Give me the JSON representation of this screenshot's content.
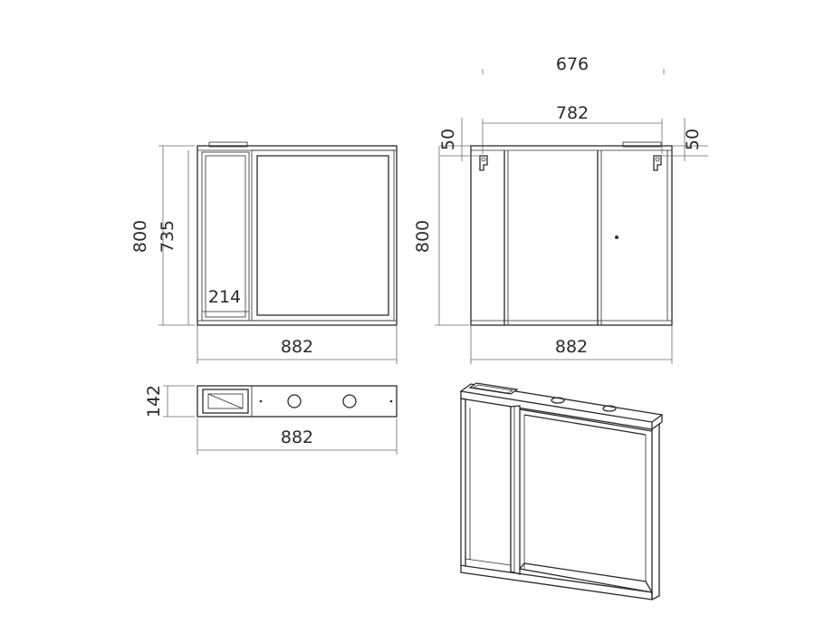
{
  "colors": {
    "stroke": "#2b2b2b",
    "dimension": "#6a6a6a",
    "background": "#ffffff"
  },
  "front_view": {
    "height_total": "800",
    "height_inner": "735",
    "shelf_width": "214",
    "width": "882"
  },
  "back_view": {
    "top_span": "676",
    "mount_span": "782",
    "left_offset": "50",
    "right_offset": "50",
    "height": "800",
    "width": "882"
  },
  "top_view": {
    "depth": "142",
    "width": "882"
  }
}
